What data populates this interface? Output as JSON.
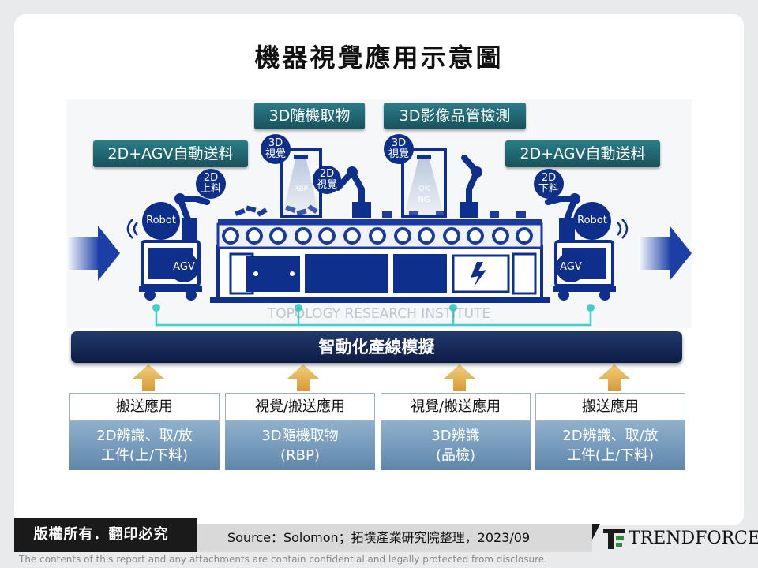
{
  "title": "機器視覺應用示意圖",
  "tags": {
    "left_agv": "2D+AGV自動送料",
    "right_agv": "2D+AGV自動送料",
    "pick": "3D隨機取物",
    "inspect": "3D影像品管檢測"
  },
  "circles": {
    "left_upload": [
      "2D",
      "上料"
    ],
    "left_robot": "Robot",
    "left_agv": "AGV",
    "vision3d_a": [
      "3D",
      "視覺"
    ],
    "vision2d": [
      "2D",
      "視覺"
    ],
    "vision3d_b": [
      "3D",
      "視覺"
    ],
    "right_download": [
      "2D",
      "下料"
    ],
    "right_robot": "Robot",
    "right_agv": "AGV"
  },
  "machine_labels": {
    "rbp": "RBP",
    "ok_ng": [
      "OK",
      "NG"
    ]
  },
  "watermark": "TOPOLOGY RESEARCH INSTITUTE",
  "simulation_bar": "智動化產線模擬",
  "columns": [
    {
      "head": "搬送應用",
      "body": [
        "2D辨識、取/放",
        "工件(上/下料)"
      ]
    },
    {
      "head": "視覺/搬送應用",
      "body": [
        "3D隨機取物",
        "(RBP)"
      ]
    },
    {
      "head": "視覺/搬送應用",
      "body": [
        "3D辨識",
        "(品檢)"
      ]
    },
    {
      "head": "搬送應用",
      "body": [
        "2D辨識、取/放",
        "工件(上/下料)"
      ]
    }
  ],
  "footer": {
    "copyright": "版權所有．翻印必究",
    "source": "Source：Solomon；拓墣產業研究院整理，2023/09",
    "logo": "TRENDFORCE",
    "disclaimer": "The contents of this report and any attachments are contain confidential and legally protected from disclosure."
  },
  "colors": {
    "tag": "#1f6b76",
    "circle": "#0d2f8a",
    "machine": "#0f2f8c",
    "conveyor": "#1a3a9e",
    "connector": "#3fd0c8",
    "sim_bar": "#15295a",
    "col_body": "#7399bd",
    "arrow_up": "#e7b85a",
    "arrow_side": "#1c3fa6"
  },
  "icons": [
    "robot-arm-icon",
    "agv-cart-icon",
    "wifi-signal-icon",
    "camera-beam-icon",
    "conveyor-roller-icon",
    "lightning-icon",
    "up-arrow-icon",
    "right-arrow-icon"
  ]
}
